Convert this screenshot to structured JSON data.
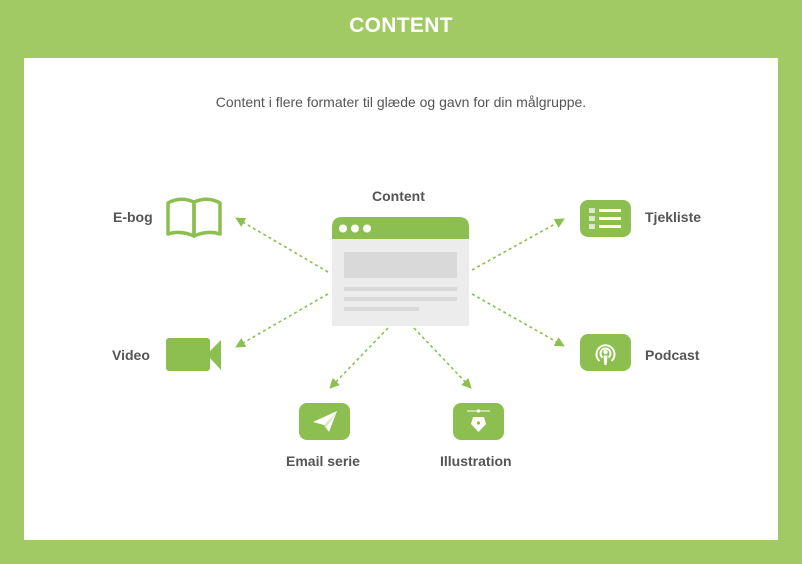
{
  "header": {
    "title": "CONTENT"
  },
  "subtitle": "Content i flere formater til glæde og gavn for din målgruppe.",
  "center": {
    "label": "Content"
  },
  "nodes": {
    "ebog": "E-bog",
    "video": "Video",
    "email": "Email serie",
    "illustration": "Illustration",
    "podcast": "Podcast",
    "tjekliste": "Tjekliste"
  },
  "colors": {
    "frame": "#a1c964",
    "accent": "#8cbf4f",
    "text": "#555555",
    "placeholder": "#dcdcdc"
  },
  "icons": {
    "ebog": "open-book-icon",
    "video": "video-camera-icon",
    "email": "paper-plane-icon",
    "illustration": "pen-nib-icon",
    "podcast": "podcast-icon",
    "tjekliste": "checklist-icon"
  }
}
